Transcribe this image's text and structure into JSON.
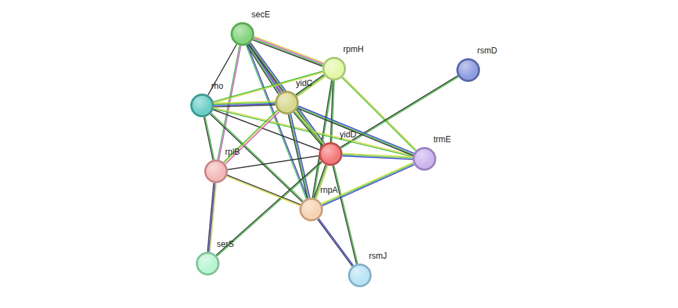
{
  "diagram": {
    "nodes": [
      {
        "text": [
          "secE"
        ]
      },
      {
        "text": [
          "rpmH"
        ]
      },
      {
        "text": [
          "rsmD"
        ]
      },
      {
        "text": [
          "rho"
        ]
      },
      {
        "text": [
          "yidC"
        ]
      },
      {
        "text": [
          "yidD"
        ]
      },
      {
        "text": [
          "trmE"
        ]
      },
      {
        "text": [
          "rplB"
        ]
      },
      {
        "text": [
          "rnpA"
        ]
      },
      {
        "text": [
          "serS"
        ]
      },
      {
        "text": [
          "rsmJ"
        ]
      }
    ],
    "edges": [
      {
        "from": 0,
        "to": 1,
        "arrow": "none"
      },
      {
        "from": 0,
        "to": 3,
        "arrow": "none"
      },
      {
        "from": 0,
        "to": 4,
        "arrow": "none"
      },
      {
        "from": 0,
        "to": 5,
        "arrow": "none"
      },
      {
        "from": 0,
        "to": 7,
        "arrow": "none"
      },
      {
        "from": 0,
        "to": 8,
        "arrow": "none"
      },
      {
        "from": 1,
        "to": 3,
        "arrow": "none"
      },
      {
        "from": 1,
        "to": 4,
        "arrow": "none"
      },
      {
        "from": 1,
        "to": 5,
        "arrow": "none"
      },
      {
        "from": 1,
        "to": 8,
        "arrow": "none"
      },
      {
        "from": 1,
        "to": 6,
        "arrow": "none"
      },
      {
        "from": 2,
        "to": 5,
        "arrow": "none"
      },
      {
        "from": 3,
        "to": 4,
        "arrow": "none"
      },
      {
        "from": 3,
        "to": 5,
        "arrow": "none"
      },
      {
        "from": 3,
        "to": 7,
        "arrow": "none"
      },
      {
        "from": 3,
        "to": 8,
        "arrow": "none"
      },
      {
        "from": 3,
        "to": 6,
        "arrow": "none"
      },
      {
        "from": 4,
        "to": 5,
        "arrow": "none"
      },
      {
        "from": 4,
        "to": 6,
        "arrow": "none"
      },
      {
        "from": 4,
        "to": 7,
        "arrow": "none"
      },
      {
        "from": 4,
        "to": 8,
        "arrow": "none"
      },
      {
        "from": 5,
        "to": 6,
        "arrow": "none"
      },
      {
        "from": 5,
        "to": 7,
        "arrow": "none"
      },
      {
        "from": 5,
        "to": 8,
        "arrow": "none"
      },
      {
        "from": 5,
        "to": 10,
        "arrow": "none"
      },
      {
        "from": 5,
        "to": 9,
        "arrow": "none"
      },
      {
        "from": 6,
        "to": 8,
        "arrow": "none"
      },
      {
        "from": 7,
        "to": 8,
        "arrow": "none"
      },
      {
        "from": 7,
        "to": 9,
        "arrow": "none"
      },
      {
        "from": 8,
        "to": 10,
        "arrow": "none"
      }
    ]
  }
}
